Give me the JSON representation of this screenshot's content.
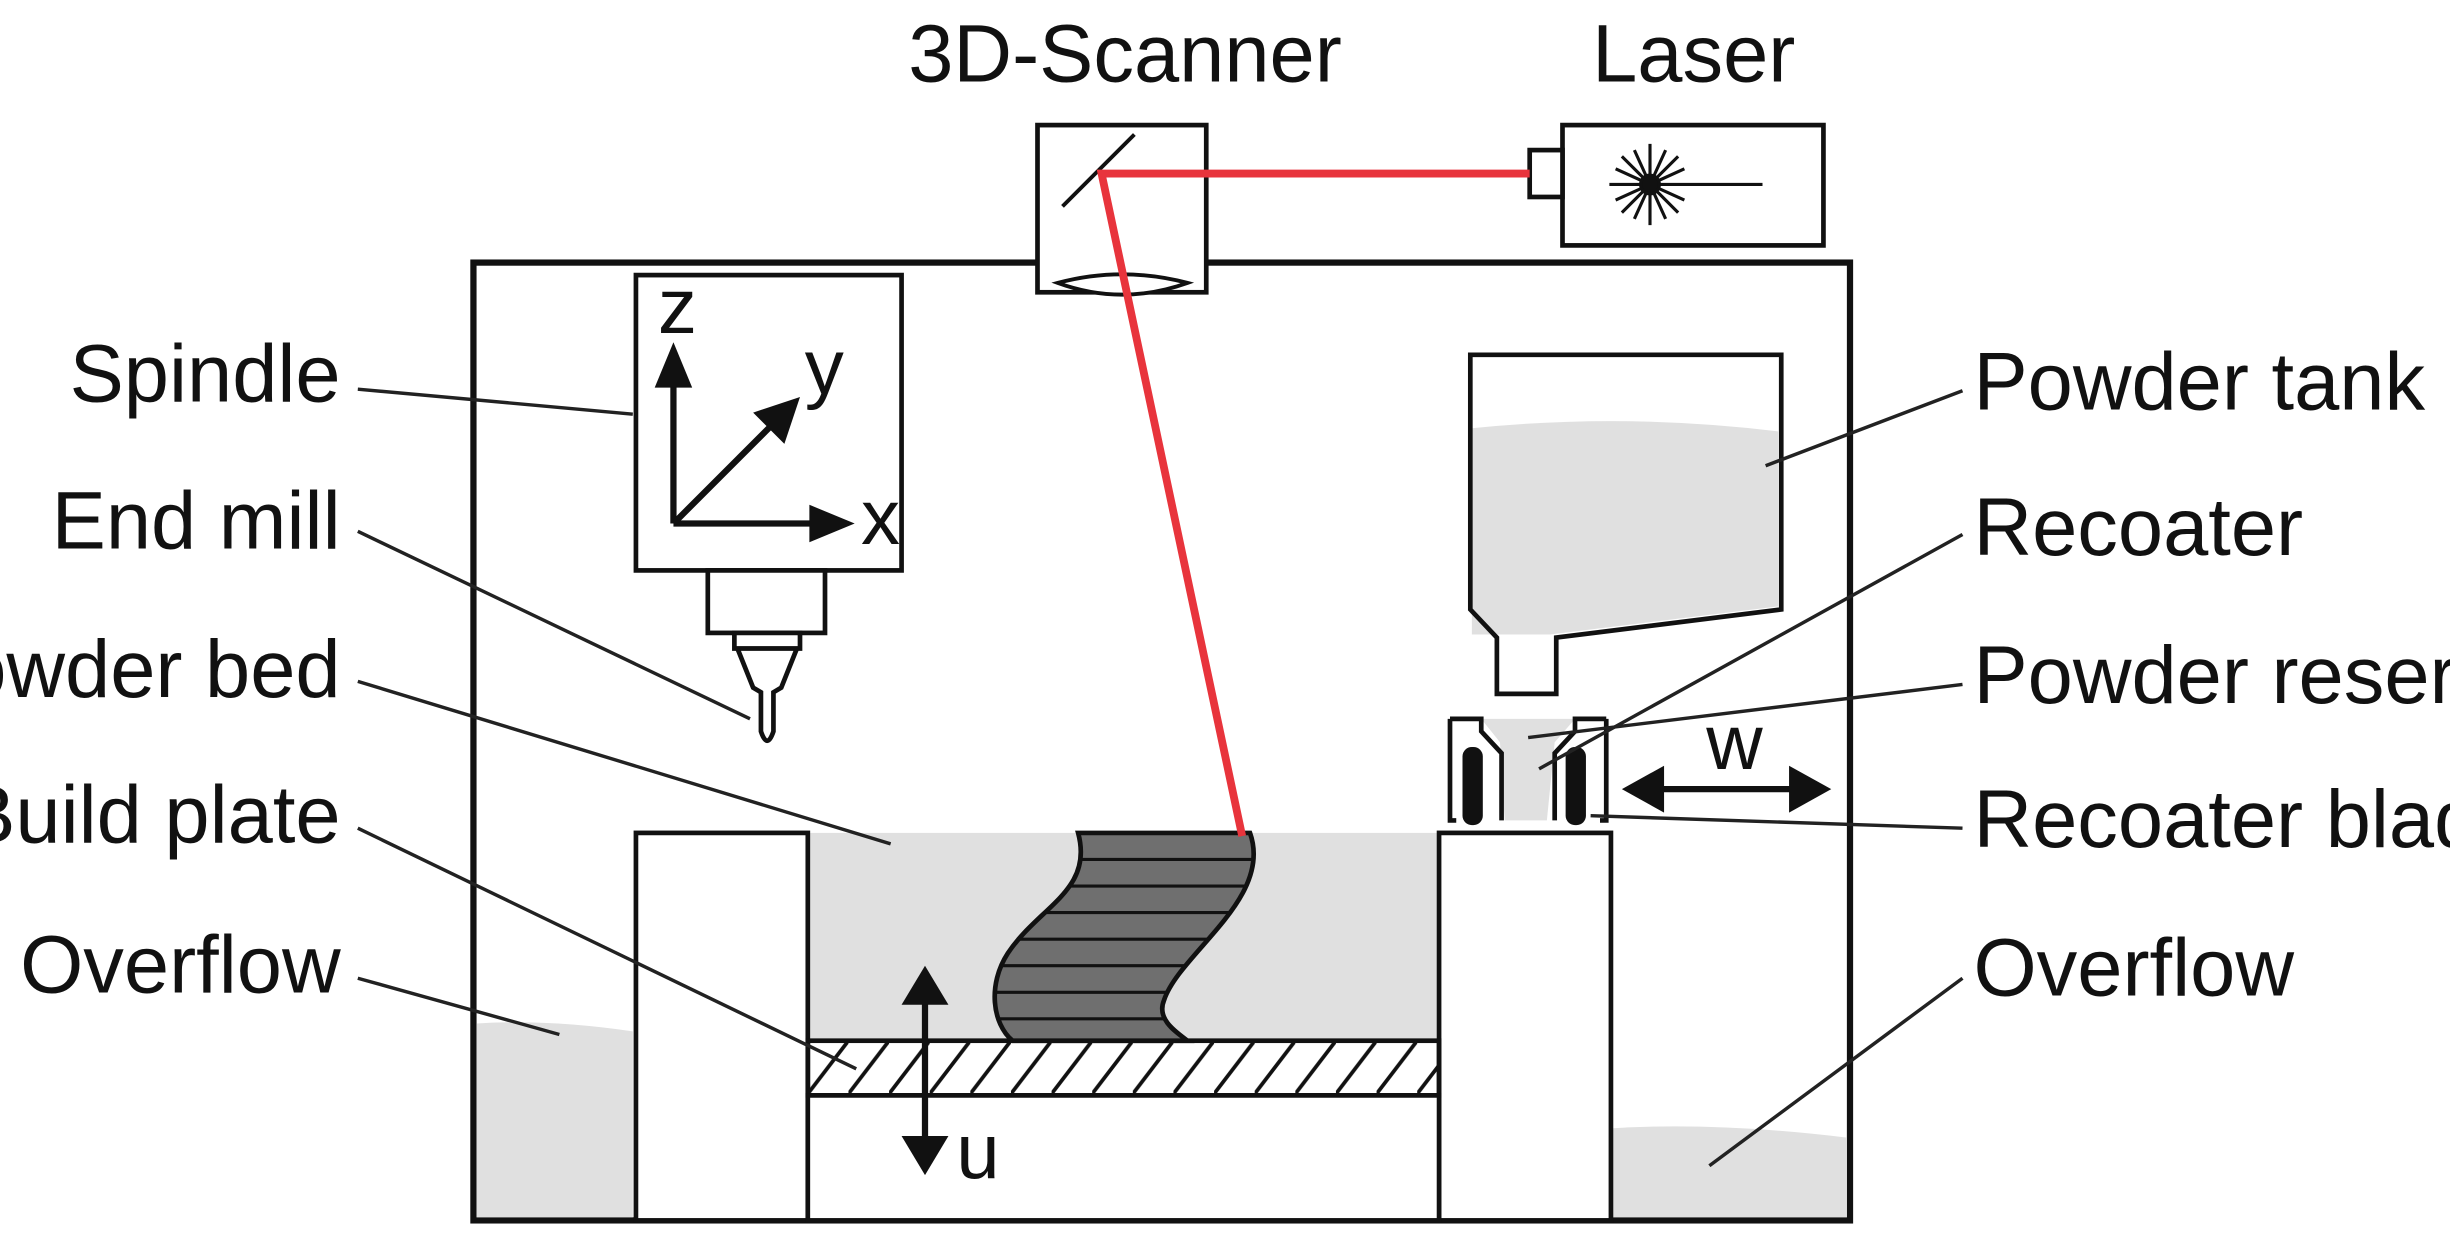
{
  "labels": {
    "scanner": "3D-Scanner",
    "laser": "Laser",
    "spindle": "Spindle",
    "end_mill": "End mill",
    "powder_bed": "Powder bed",
    "build_plate": "Build plate",
    "overflow_left": "Overflow",
    "powder_tank": "Powder tank",
    "recoater": "Recoater",
    "powder_reservoir": "Powder reservoir",
    "recoater_blade": "Recoater blade",
    "overflow_right": "Overflow"
  },
  "axes": {
    "z": "z",
    "y": "y",
    "x": "x",
    "u": "u",
    "w": "w"
  },
  "colors": {
    "laser_beam": "#e8343c",
    "powder": "#e0e0e0",
    "part": "#6f6f6f",
    "outline": "#111111"
  }
}
